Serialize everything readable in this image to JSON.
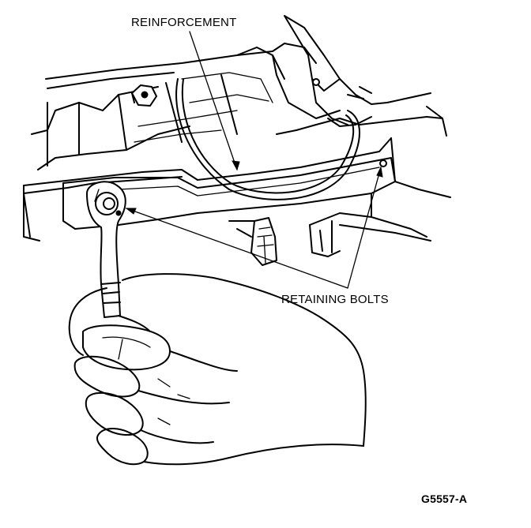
{
  "labels": {
    "reinforcement": "REINFORCEMENT",
    "retaining_bolts": "RETAINING BOLTS",
    "figure_code": "G5557-A"
  },
  "colors": {
    "ink": "#000000",
    "paper": "#ffffff"
  }
}
